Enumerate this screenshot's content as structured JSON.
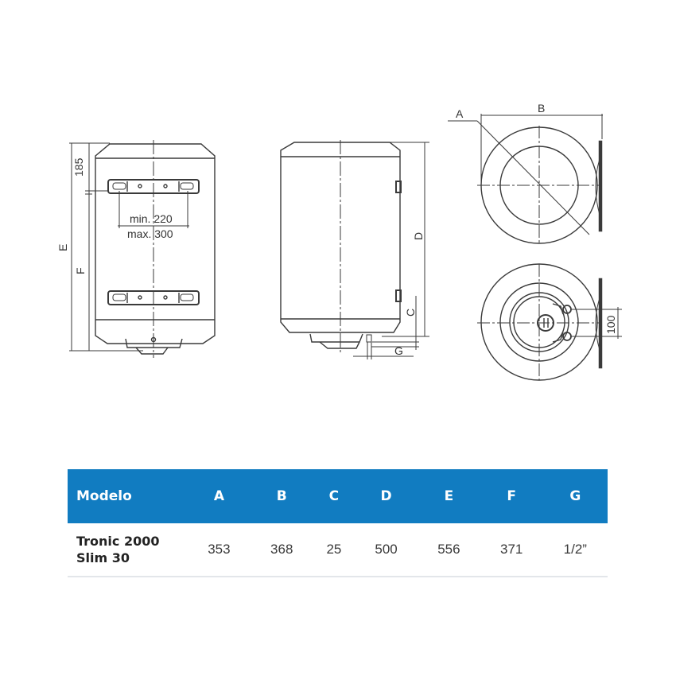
{
  "drawing": {
    "front_view": {
      "dim_top": "185",
      "dim_total": "E",
      "dim_lower": "F",
      "bracket_spacing_min": "min. 220",
      "bracket_spacing_max": "max. 300"
    },
    "side_view": {
      "dim_height": "D",
      "dim_pipe_offset": "C",
      "dim_pipe_thread": "G"
    },
    "top_view": {
      "dim_diameter": "A",
      "dim_depth": "B"
    },
    "bottom_view": {
      "dim_pipe_spacing": "100"
    }
  },
  "table": {
    "header_color": "#117cc1",
    "columns": [
      "Modelo",
      "A",
      "B",
      "C",
      "D",
      "E",
      "F",
      "G"
    ],
    "rows": [
      {
        "model_line1": "Tronic 2000",
        "model_line2": "Slim 30",
        "values": [
          "353",
          "368",
          "25",
          "500",
          "556",
          "371",
          "1/2”"
        ]
      }
    ]
  }
}
